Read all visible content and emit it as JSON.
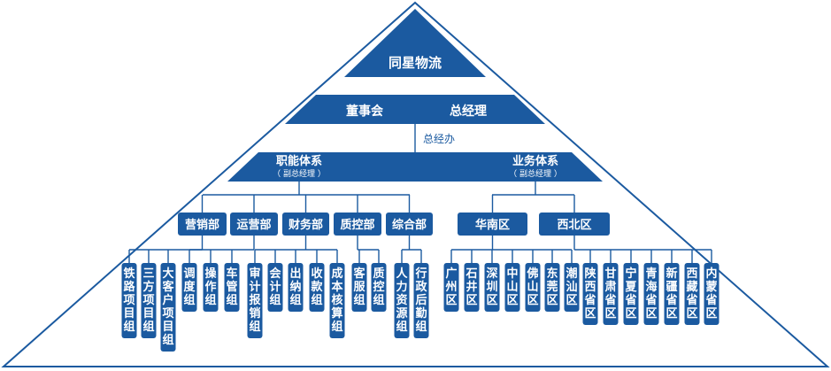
{
  "company": "同星物流",
  "board": "董事会",
  "general_manager": "总经理",
  "gm_office": "总经办",
  "functional_system": {
    "title": "职能体系",
    "subtitle": "（ 副总经理 ）"
  },
  "business_system": {
    "title": "业务体系",
    "subtitle": "（ 副总经理 ）"
  },
  "departments": [
    {
      "name": "营销部",
      "groups": [
        "铁路项目组",
        "三方项目组",
        "大客户项目组"
      ]
    },
    {
      "name": "运营部",
      "groups": [
        "调度组",
        "操作组",
        "车管组"
      ]
    },
    {
      "name": "财务部",
      "groups": [
        "审计报销组",
        "会计组",
        "出纳组",
        "收款组",
        "成本核算组"
      ]
    },
    {
      "name": "质控部",
      "groups": [
        "客服组",
        "质控组"
      ]
    },
    {
      "name": "综合部",
      "groups": [
        "人力资源组",
        "行政后勤组"
      ]
    }
  ],
  "regions": [
    {
      "name": "华南区",
      "branches": [
        "广州区",
        "石井区",
        "深圳区",
        "中山区",
        "佛山区",
        "东莞区",
        "潮汕区"
      ]
    },
    {
      "name": "西北区",
      "branches": [
        "陕西省区",
        "甘肃省区",
        "宁夏省区",
        "青海省区",
        "新疆省区",
        "西藏省区",
        "内蒙省区"
      ]
    }
  ],
  "colors": {
    "fill": "#1b5aa0",
    "line": "#1b5aa0",
    "text": "#ffffff"
  }
}
